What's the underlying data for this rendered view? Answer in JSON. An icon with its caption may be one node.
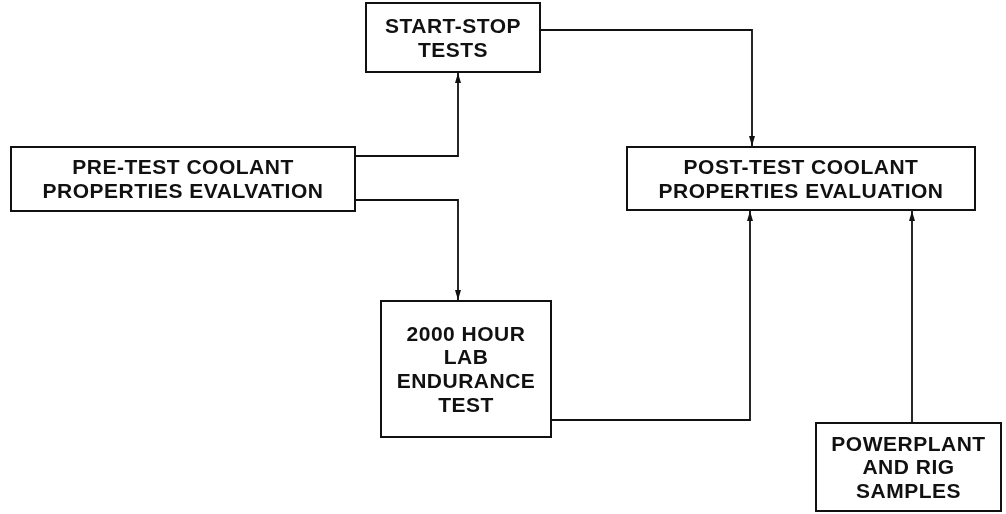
{
  "diagram": {
    "nodes": [
      {
        "text": [
          "START-STOP TESTS"
        ]
      },
      {
        "text": [
          "PRE-TEST COOLANT PROPERTIES EVALVATION"
        ]
      },
      {
        "text": [
          "POST-TEST COOLANT PROPERTIES EVALUATION"
        ]
      },
      {
        "text": [
          "2000 HOUR LAB ENDURANCE TEST"
        ]
      },
      {
        "text": [
          "POWERPLANT AND RIG SAMPLES"
        ]
      }
    ],
    "edges": [
      {
        "from": 1,
        "to": 0,
        "arrow": "to"
      },
      {
        "from": 1,
        "to": 3,
        "arrow": "to"
      },
      {
        "from": 0,
        "to": 2,
        "arrow": "to"
      },
      {
        "from": 3,
        "to": 2,
        "arrow": "to"
      },
      {
        "from": 4,
        "to": 2,
        "arrow": "to"
      }
    ]
  }
}
